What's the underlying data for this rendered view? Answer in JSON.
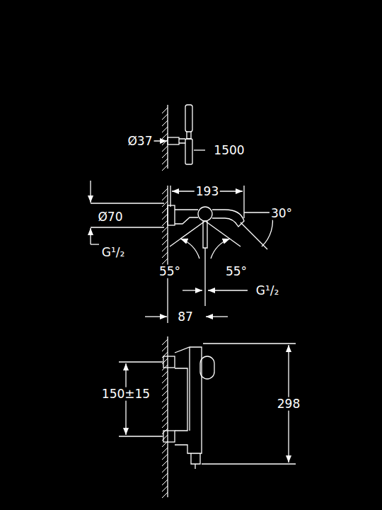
{
  "diagram": {
    "labels": [
      "Ø37",
      "1500",
      "193",
      "Ø70",
      "30°",
      "G¹/₂",
      "55°",
      "55°",
      "G¹/₂",
      "87",
      "150±15",
      "298"
    ]
  }
}
